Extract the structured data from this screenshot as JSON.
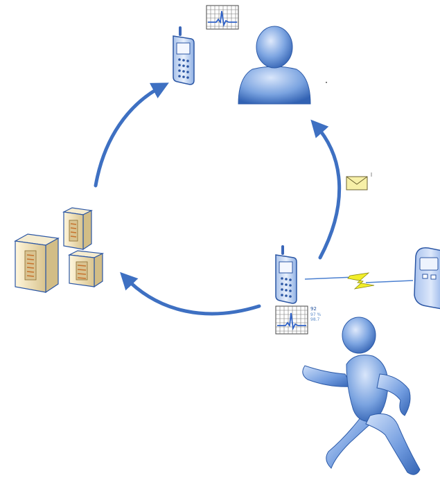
{
  "colors": {
    "arrow": "#3e70c2",
    "figure_light": "#c9dcf8",
    "figure_mid": "#6f9fe0",
    "figure_dark": "#2f5fb0",
    "server_body": "#e6d6a8",
    "server_panel": "#c7722c",
    "link_line": "#4a7fd0",
    "lightning": "#f2ee2a",
    "envelope": "#f7f0a8",
    "grid": "#555555",
    "ecg_trace": "#2f62c8"
  },
  "icons": [
    "mobile-phone-icon",
    "person-icon",
    "ecg-monitor-icon",
    "envelope-icon",
    "server-cluster-icon",
    "wireless-link-icon",
    "sensor-device-icon",
    "running-person-icon"
  ],
  "patient_monitor_readout": {
    "value_1": "92",
    "value_2": "97 %",
    "value_3": "98.7"
  }
}
